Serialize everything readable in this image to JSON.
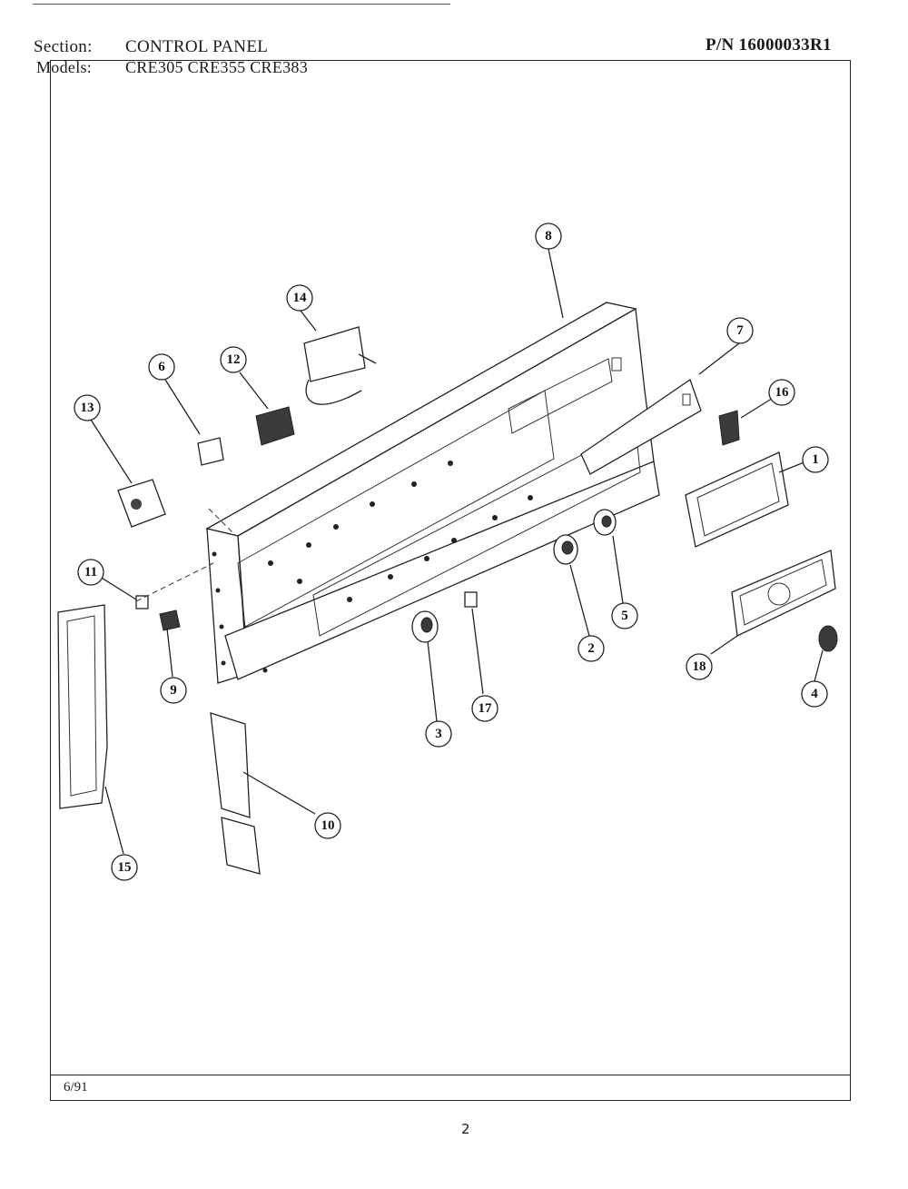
{
  "header": {
    "section_label": "Section:",
    "section_value": "CONTROL PANEL",
    "part_number": "P/N 16000033R1",
    "models_label": "Models:",
    "models_value": "CRE305  CRE355  CRE383"
  },
  "footer": {
    "date": "6/91",
    "page": "2"
  },
  "callouts": [
    "1",
    "2",
    "3",
    "4",
    "5",
    "6",
    "7",
    "8",
    "9",
    "10",
    "11",
    "12",
    "13",
    "14",
    "15",
    "16",
    "17",
    "18"
  ]
}
